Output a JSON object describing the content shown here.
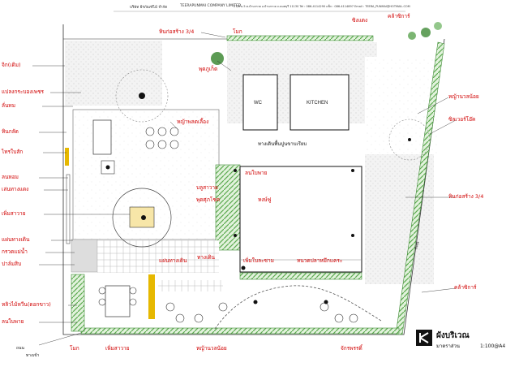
{
  "header": {
    "company": "บริษัท ธีรภัณฑ์ไม้ จำกัด",
    "company_en": "TEERAPUNMAI COMPANY LIMITED",
    "contact": "27/8 ม.5 ต.บ้านกรวย อ.บ้านกรวย จ.นนทบุรี 11130 Tel : 086-4114290 แฟ็ก : 086-4114897 Email : TEERA_PUNMAI@HOTMAIL.COM"
  },
  "rooms": {
    "wc": "WC",
    "kitchen": "KITCHEN"
  },
  "labels_left": [
    "จิก(เดิม)",
    "แปลงกระบองเพชร",
    "ลั่นทม",
    "หินกลัด",
    "ไทรใบสัก",
    "ลนหอม",
    "เล่นทางแดง",
    "เพิ่มสาวาย",
    "แผ่นทางเดิน",
    "กรวดแม่น้ำ",
    "ปาล์มสิบ",
    "หลิวไม้หวีน(ดอกขาว)",
    "ลนใบพาย",
    "โมก"
  ],
  "labels_top": [
    "หินก่อสร้าง 3/4",
    "โมก",
    "พุดภูเก็ต",
    "หญ้าพลตเลี้อง",
    "ซิงแตง",
    "คล้าซิการ์"
  ],
  "labels_right": [
    "หญ้านวลน้อย",
    "ซิลเวอร์โอ๊ค",
    "หินก่อสร้าง 3/4",
    "คล้าซิการ์"
  ],
  "labels_center": {
    "walkway": "ทางเดินพื้นปูนขาบเรียบ",
    "sanpai": "ลนใบพาย",
    "bushuswai": "บลูสาวาย",
    "pudsorch": "พุดศุภโชค",
    "heng": "หงษ์ฟู",
    "walk2": "ทางเดิน",
    "pave": "แผ่นทางเดิน",
    "phem": "เพิ่มใบละซาม",
    "nhua": "หนวดปลาหมึกแคระ"
  },
  "labels_bottom": [
    "เพิ่มสาวาย",
    "หญ้านวลน้อย",
    "จักรพรรดิ์"
  ],
  "bottom_left_edge": [
    "ถนน",
    "ทางเข้า"
  ],
  "road_label": "ถนน",
  "title": {
    "main": "ผังบริเวณ",
    "sub": "มาตราส่วน",
    "scale": "1:100@A4"
  },
  "colors": {
    "label_red": "#d00000",
    "hedge": "#3f8a36",
    "hedge_light": "#9fd49a",
    "gravel": "#e4e4e4"
  }
}
